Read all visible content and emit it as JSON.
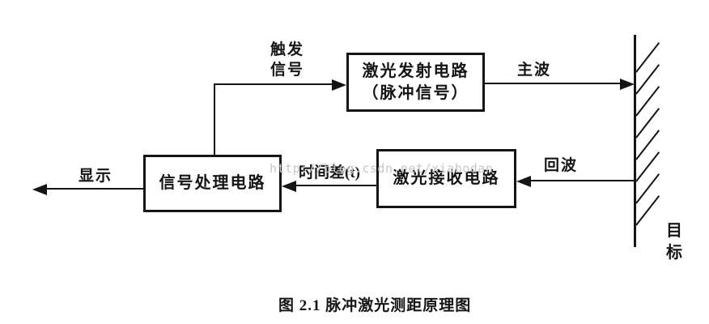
{
  "diagram": {
    "boxes": {
      "laser_transmit": {
        "line1": "激光发射电路",
        "line2": "（脉冲信号）"
      },
      "signal_process": {
        "label": "信号处理电路"
      },
      "laser_receive": {
        "label": "激光接收电路"
      }
    },
    "labels": {
      "trigger_line1": "触发",
      "trigger_line2": "信号",
      "main_wave": "主波",
      "echo_wave": "回波",
      "time_diff": "时间差(t)",
      "display": "显示",
      "target_line1": "目",
      "target_line2": "标"
    },
    "caption": "图 2.1 脉冲激光测距原理图",
    "watermark": "http://blog.csdn.net/xiabodan",
    "colors": {
      "ink": "#151515",
      "background": "#ffffff",
      "watermark": "#c8c8c8"
    }
  }
}
